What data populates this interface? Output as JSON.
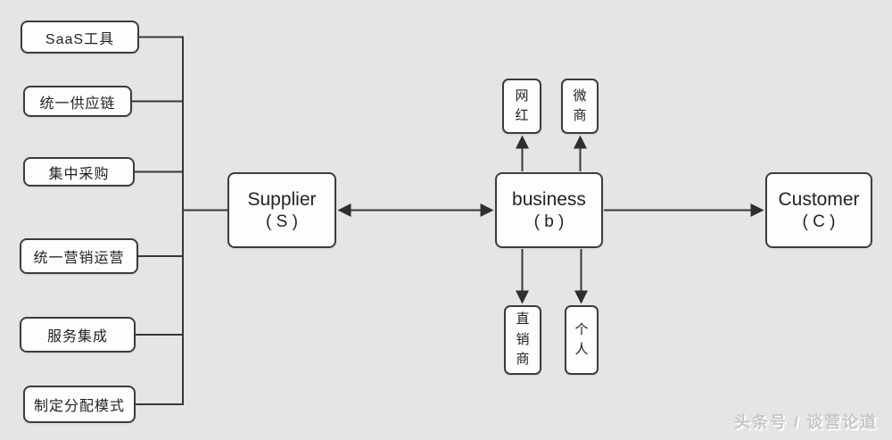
{
  "diagram": {
    "left_inputs": [
      {
        "label": "SaaS工具"
      },
      {
        "label": "统一供应链"
      },
      {
        "label": "集中采购"
      },
      {
        "label": "统一营销运营"
      },
      {
        "label": "服务集成"
      },
      {
        "label": "制定分配模式"
      }
    ],
    "main_nodes": {
      "supplier": {
        "title": "Supplier",
        "subtitle": "( S )"
      },
      "business": {
        "title": "business",
        "subtitle": "( b )"
      },
      "customer": {
        "title": "Customer",
        "subtitle": "( C )"
      }
    },
    "top_channels": [
      {
        "label": "网红"
      },
      {
        "label": "微商"
      }
    ],
    "bottom_channels": [
      {
        "label": "直销商"
      },
      {
        "label": "个人"
      }
    ],
    "watermark": "头条号 / 谈营论道",
    "colors": {
      "background": "#e4e5e7",
      "node_fill": "#fdfdfd",
      "node_border": "#3c3c3e",
      "wire": "#38383a",
      "text": "#222224",
      "watermark_text": "#c6c6c8"
    }
  }
}
